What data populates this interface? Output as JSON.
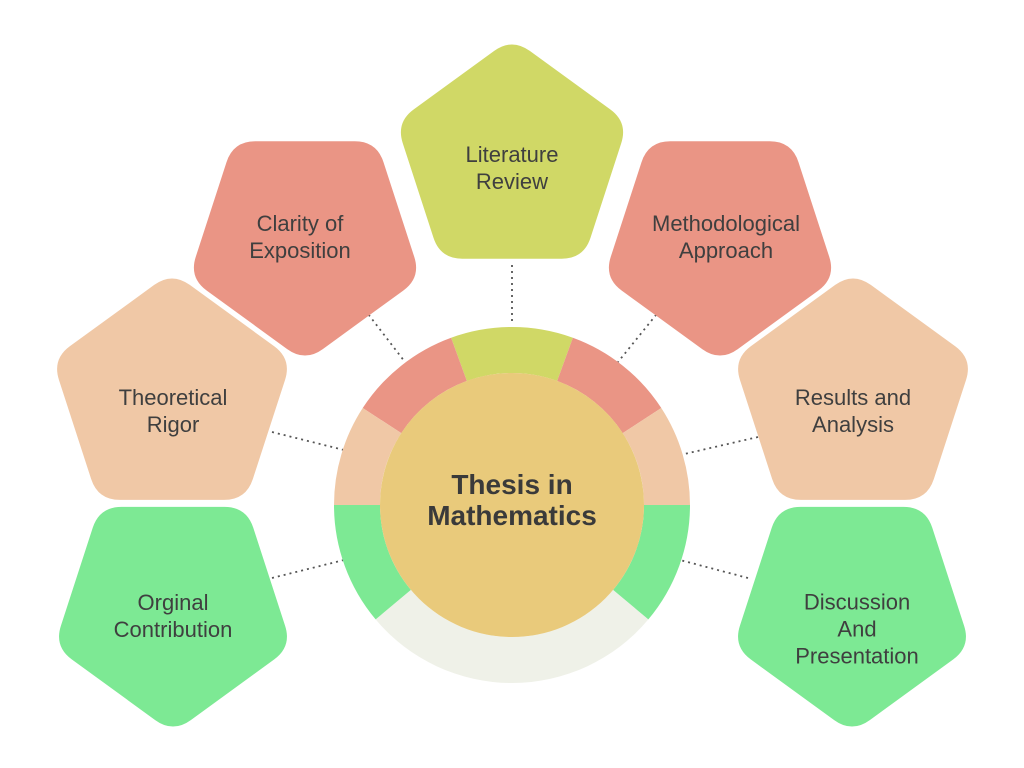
{
  "center": {
    "title": "Thesis in\nMathematics"
  },
  "items": [
    {
      "id": "literature-review",
      "label": "Literature\nReview",
      "color": "#d0d866"
    },
    {
      "id": "clarity-of-exposition",
      "label": "Clarity of\nExposition",
      "color": "#ea9585"
    },
    {
      "id": "methodological-approach",
      "label": "Methodological\nApproach",
      "color": "#ea9585"
    },
    {
      "id": "theoretical-rigor",
      "label": "Theoretical\nRigor",
      "color": "#f0c8a6"
    },
    {
      "id": "results-and-analysis",
      "label": "Results and\nAnalysis",
      "color": "#f0c8a6"
    },
    {
      "id": "orginal-contribution",
      "label": "Orginal\nContribution",
      "color": "#7de994"
    },
    {
      "id": "discussion-and-presentation",
      "label": "Discussion\nAnd\nPresentation",
      "color": "#7de994"
    }
  ],
  "colors": {
    "hub": "#e9ca7b",
    "ring_remainder": "#eff1e8",
    "connector": "#555555"
  }
}
